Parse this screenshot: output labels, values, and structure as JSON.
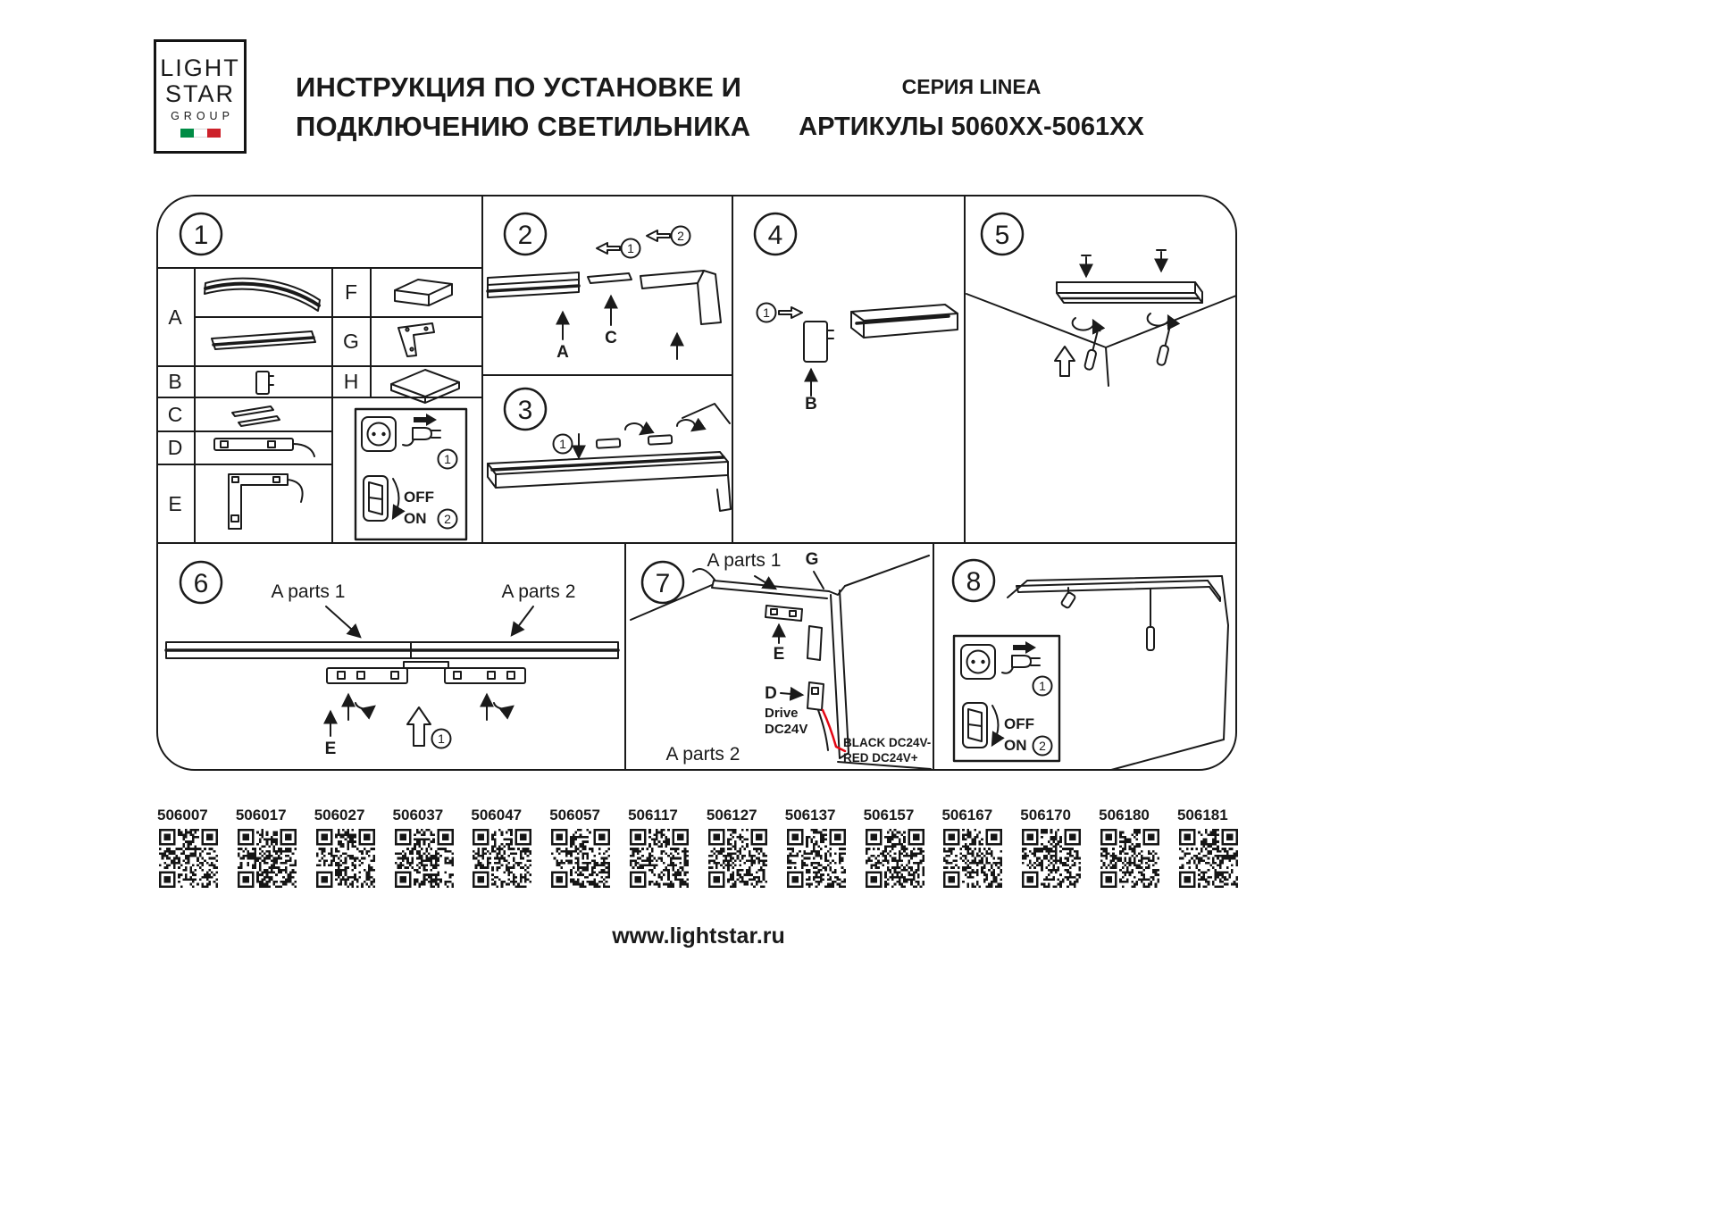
{
  "header": {
    "logo": {
      "line1": "LIGHT",
      "line2": "STAR",
      "line3": "GROUP"
    },
    "title_line1": "ИНСТРУКЦИЯ ПО УСТАНОВКЕ И",
    "title_line2": "ПОДКЛЮЧЕНИЮ СВЕТИЛЬНИКА",
    "series": "СЕРИЯ LINEA",
    "articles": "АРТИКУЛЫ 5060XX-5061XX"
  },
  "colors": {
    "ink": "#1a1a1a",
    "red": "#e30613",
    "flag_green": "#008c45",
    "flag_red": "#cd212a"
  },
  "steps": {
    "s1": "1",
    "s2": "2",
    "s3": "3",
    "s4": "4",
    "s5": "5",
    "s6": "6",
    "s7": "7",
    "s8": "8"
  },
  "panel1": {
    "row_a": "A",
    "row_b": "B",
    "row_c": "C",
    "row_d": "D",
    "row_e": "E",
    "row_f": "F",
    "row_g": "G",
    "row_h": "H",
    "plug_step": "1",
    "off": "OFF",
    "on": "ON",
    "switch_step": "2"
  },
  "panel2": {
    "arrow1": "1",
    "arrow2": "2",
    "label_a": "A",
    "label_c": "C"
  },
  "panel3": {
    "step_marker": "1"
  },
  "panel4": {
    "step_marker": "1",
    "label_b": "B"
  },
  "panel6": {
    "a_parts_1": "A parts 1",
    "a_parts_2": "A parts 2",
    "label_e": "E",
    "step_marker": "1"
  },
  "panel7": {
    "a_parts_1": "A parts 1",
    "a_parts_2": "A parts 2",
    "label_g": "G",
    "label_e": "E",
    "label_d": "D",
    "drive_line1": "Drive",
    "drive_line2": "DC24V",
    "wire_black": "BLACK DC24V-",
    "wire_red": "RED DC24V+"
  },
  "panel8": {
    "plug_step": "1",
    "off": "OFF",
    "on": "ON",
    "switch_step": "2"
  },
  "qr": {
    "codes": [
      "506007",
      "506017",
      "506027",
      "506037",
      "506047",
      "506057",
      "506117",
      "506127",
      "506137",
      "506157",
      "506167",
      "506170",
      "506180",
      "506181"
    ]
  },
  "footer": {
    "website": "www.lightstar.ru"
  }
}
